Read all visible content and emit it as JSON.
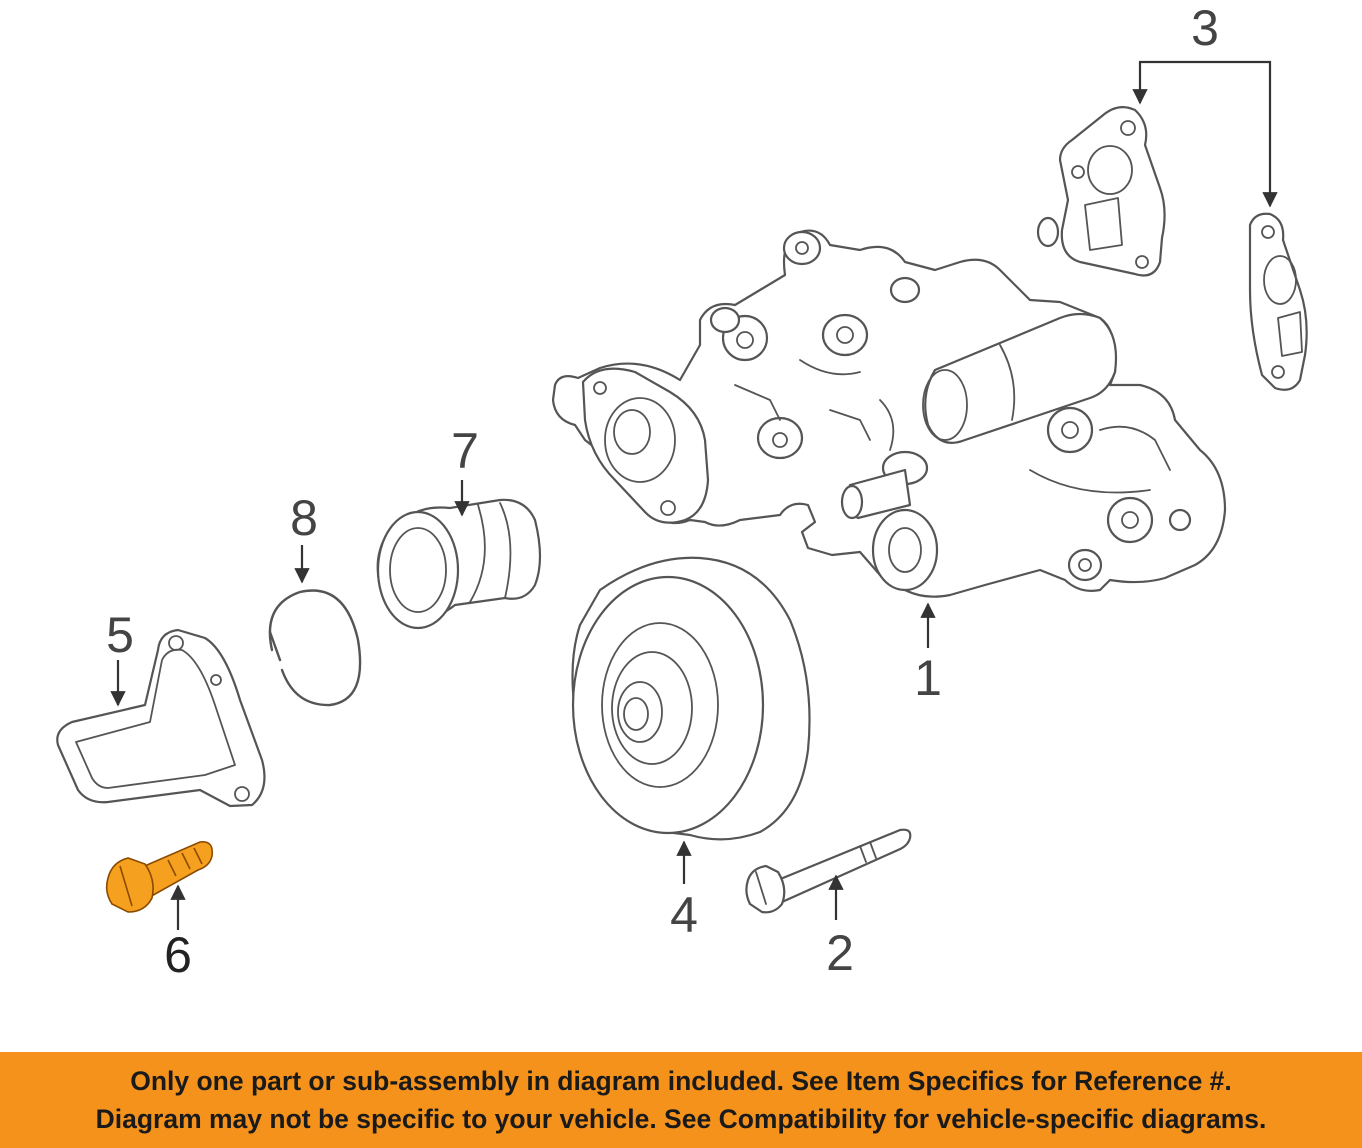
{
  "diagram": {
    "callouts": [
      {
        "id": "1",
        "label": "1",
        "part": "water-pump"
      },
      {
        "id": "2",
        "label": "2",
        "part": "pump-bolt"
      },
      {
        "id": "3",
        "label": "3",
        "part": "gasket"
      },
      {
        "id": "4",
        "label": "4",
        "part": "pulley"
      },
      {
        "id": "5",
        "label": "5",
        "part": "thermostat-housing"
      },
      {
        "id": "6",
        "label": "6",
        "part": "housing-bolt"
      },
      {
        "id": "7",
        "label": "7",
        "part": "thermostat"
      },
      {
        "id": "8",
        "label": "8",
        "part": "retaining-ring"
      }
    ],
    "highlighted_callout": "6",
    "highlight_color": "#f5a01f",
    "line_color": "#555555"
  },
  "banner": {
    "line1": "Only one part or sub-assembly in diagram included. See Item Specifics for Reference #.",
    "line2": "Diagram may not be specific to your vehicle. See Compatibility for vehicle-specific diagrams.",
    "background": "#f4921c"
  }
}
